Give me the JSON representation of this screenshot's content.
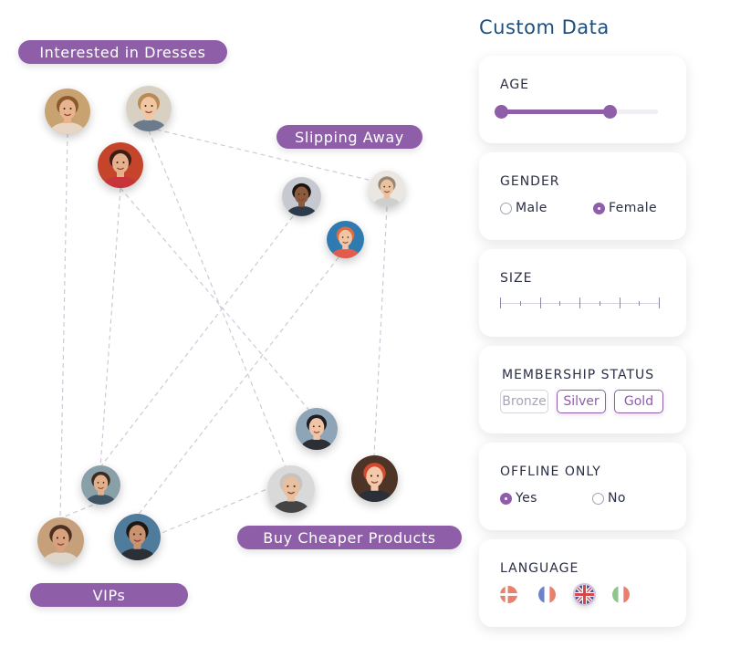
{
  "segments": [
    {
      "id": "dresses",
      "label": "Interested in Dresses"
    },
    {
      "id": "slipping",
      "label": "Slipping Away"
    },
    {
      "id": "cheaper",
      "label": "Buy Cheaper Products"
    },
    {
      "id": "vips",
      "label": "VIPs"
    }
  ],
  "avatars": [
    {
      "id": "p1",
      "skin": "#e8b48f",
      "hair": "#8a5a2b",
      "bg": "#c9a271",
      "shirt": "#e6d6c3"
    },
    {
      "id": "p2",
      "skin": "#f0c7a2",
      "hair": "#b88a54",
      "bg": "#d9d0c4",
      "shirt": "#6b7b8c"
    },
    {
      "id": "p3",
      "skin": "#e7b08c",
      "hair": "#3a1f16",
      "bg": "#c4442c",
      "shirt": "#c7343a"
    },
    {
      "id": "p4",
      "skin": "#8c5a3c",
      "hair": "#1d1512",
      "bg": "#c6c9cf",
      "shirt": "#2c3a4c"
    },
    {
      "id": "p5",
      "skin": "#e9c2a0",
      "hair": "#9a8670",
      "bg": "#eae6e2",
      "shirt": "#cfcfcf"
    },
    {
      "id": "p6",
      "skin": "#f1c6a6",
      "hair": "#e36a3a",
      "bg": "#2f7ab0",
      "shirt": "#e35b4a"
    },
    {
      "id": "p7",
      "skin": "#f0c5a5",
      "hair": "#1d1d25",
      "bg": "#8da5b7",
      "shirt": "#2e2e36"
    },
    {
      "id": "p8",
      "skin": "#f4c8a8",
      "hair": "#d14a2e",
      "bg": "#4e3426",
      "shirt": "#2b2f36"
    },
    {
      "id": "p9",
      "skin": "#e8bf9f",
      "hair": "#c7c3bf",
      "bg": "#d9d9d9",
      "shirt": "#444"
    },
    {
      "id": "p10",
      "skin": "#e2b08b",
      "hair": "#3b2a20",
      "bg": "#8aa0a8",
      "shirt": "#3f5566"
    },
    {
      "id": "p11",
      "skin": "#d9a27e",
      "hair": "#4a2f22",
      "bg": "#c5a07b",
      "shirt": "#ded6cb"
    },
    {
      "id": "p12",
      "skin": "#c99372",
      "hair": "#1f1610",
      "bg": "#4f7b9c",
      "shirt": "#2b2f36"
    }
  ],
  "panel": {
    "title": "Custom Data",
    "age": {
      "label": "AGE",
      "range_low": 0.0,
      "range_high": 0.69
    },
    "gender": {
      "label": "GENDER",
      "options": [
        {
          "label": "Male",
          "selected": false
        },
        {
          "label": "Female",
          "selected": true
        }
      ]
    },
    "size": {
      "label": "SIZE"
    },
    "membership": {
      "label": "MEMBERSHIP STATUS",
      "options": [
        {
          "label": "Bronze",
          "selected": false
        },
        {
          "label": "Silver",
          "selected": true
        },
        {
          "label": "Gold",
          "selected": true
        }
      ]
    },
    "offline": {
      "label": "OFFLINE ONLY",
      "options": [
        {
          "label": "Yes",
          "selected": true
        },
        {
          "label": "No",
          "selected": false
        }
      ]
    },
    "language": {
      "label": "LANGUAGE",
      "flags": [
        {
          "name": "denmark-flag-icon",
          "selected": false
        },
        {
          "name": "france-flag-icon",
          "selected": false
        },
        {
          "name": "uk-flag-icon",
          "selected": true
        },
        {
          "name": "italy-flag-icon",
          "selected": false
        }
      ]
    }
  },
  "colors": {
    "accent": "#8e5ea8",
    "title": "#1f4e7a",
    "edge": "#cfc8d8"
  }
}
